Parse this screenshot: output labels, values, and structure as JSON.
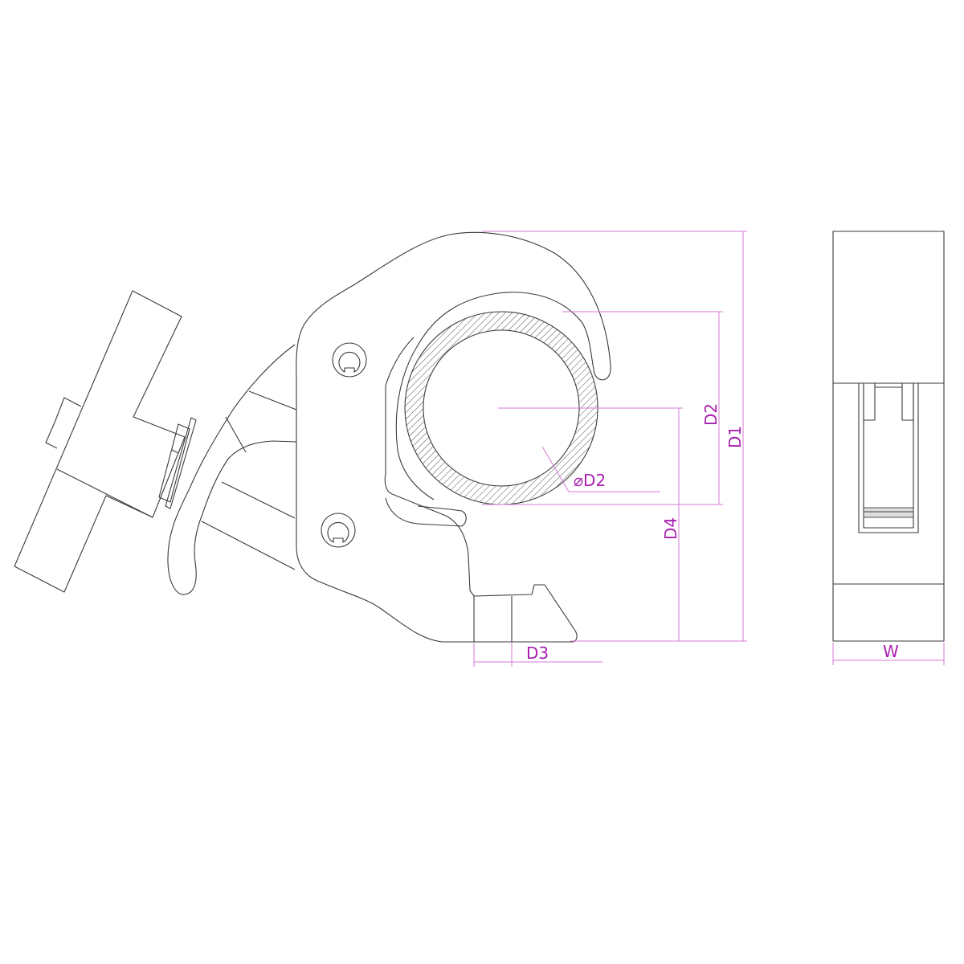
{
  "drawing": {
    "line_color": "#3a3a3a",
    "dimension_color": "#b02cb5",
    "labels": {
      "d1": "D1",
      "d2": "D2",
      "d2_diameter": "⌀D2",
      "d3": "D3",
      "d4": "D4",
      "w": "W"
    }
  }
}
